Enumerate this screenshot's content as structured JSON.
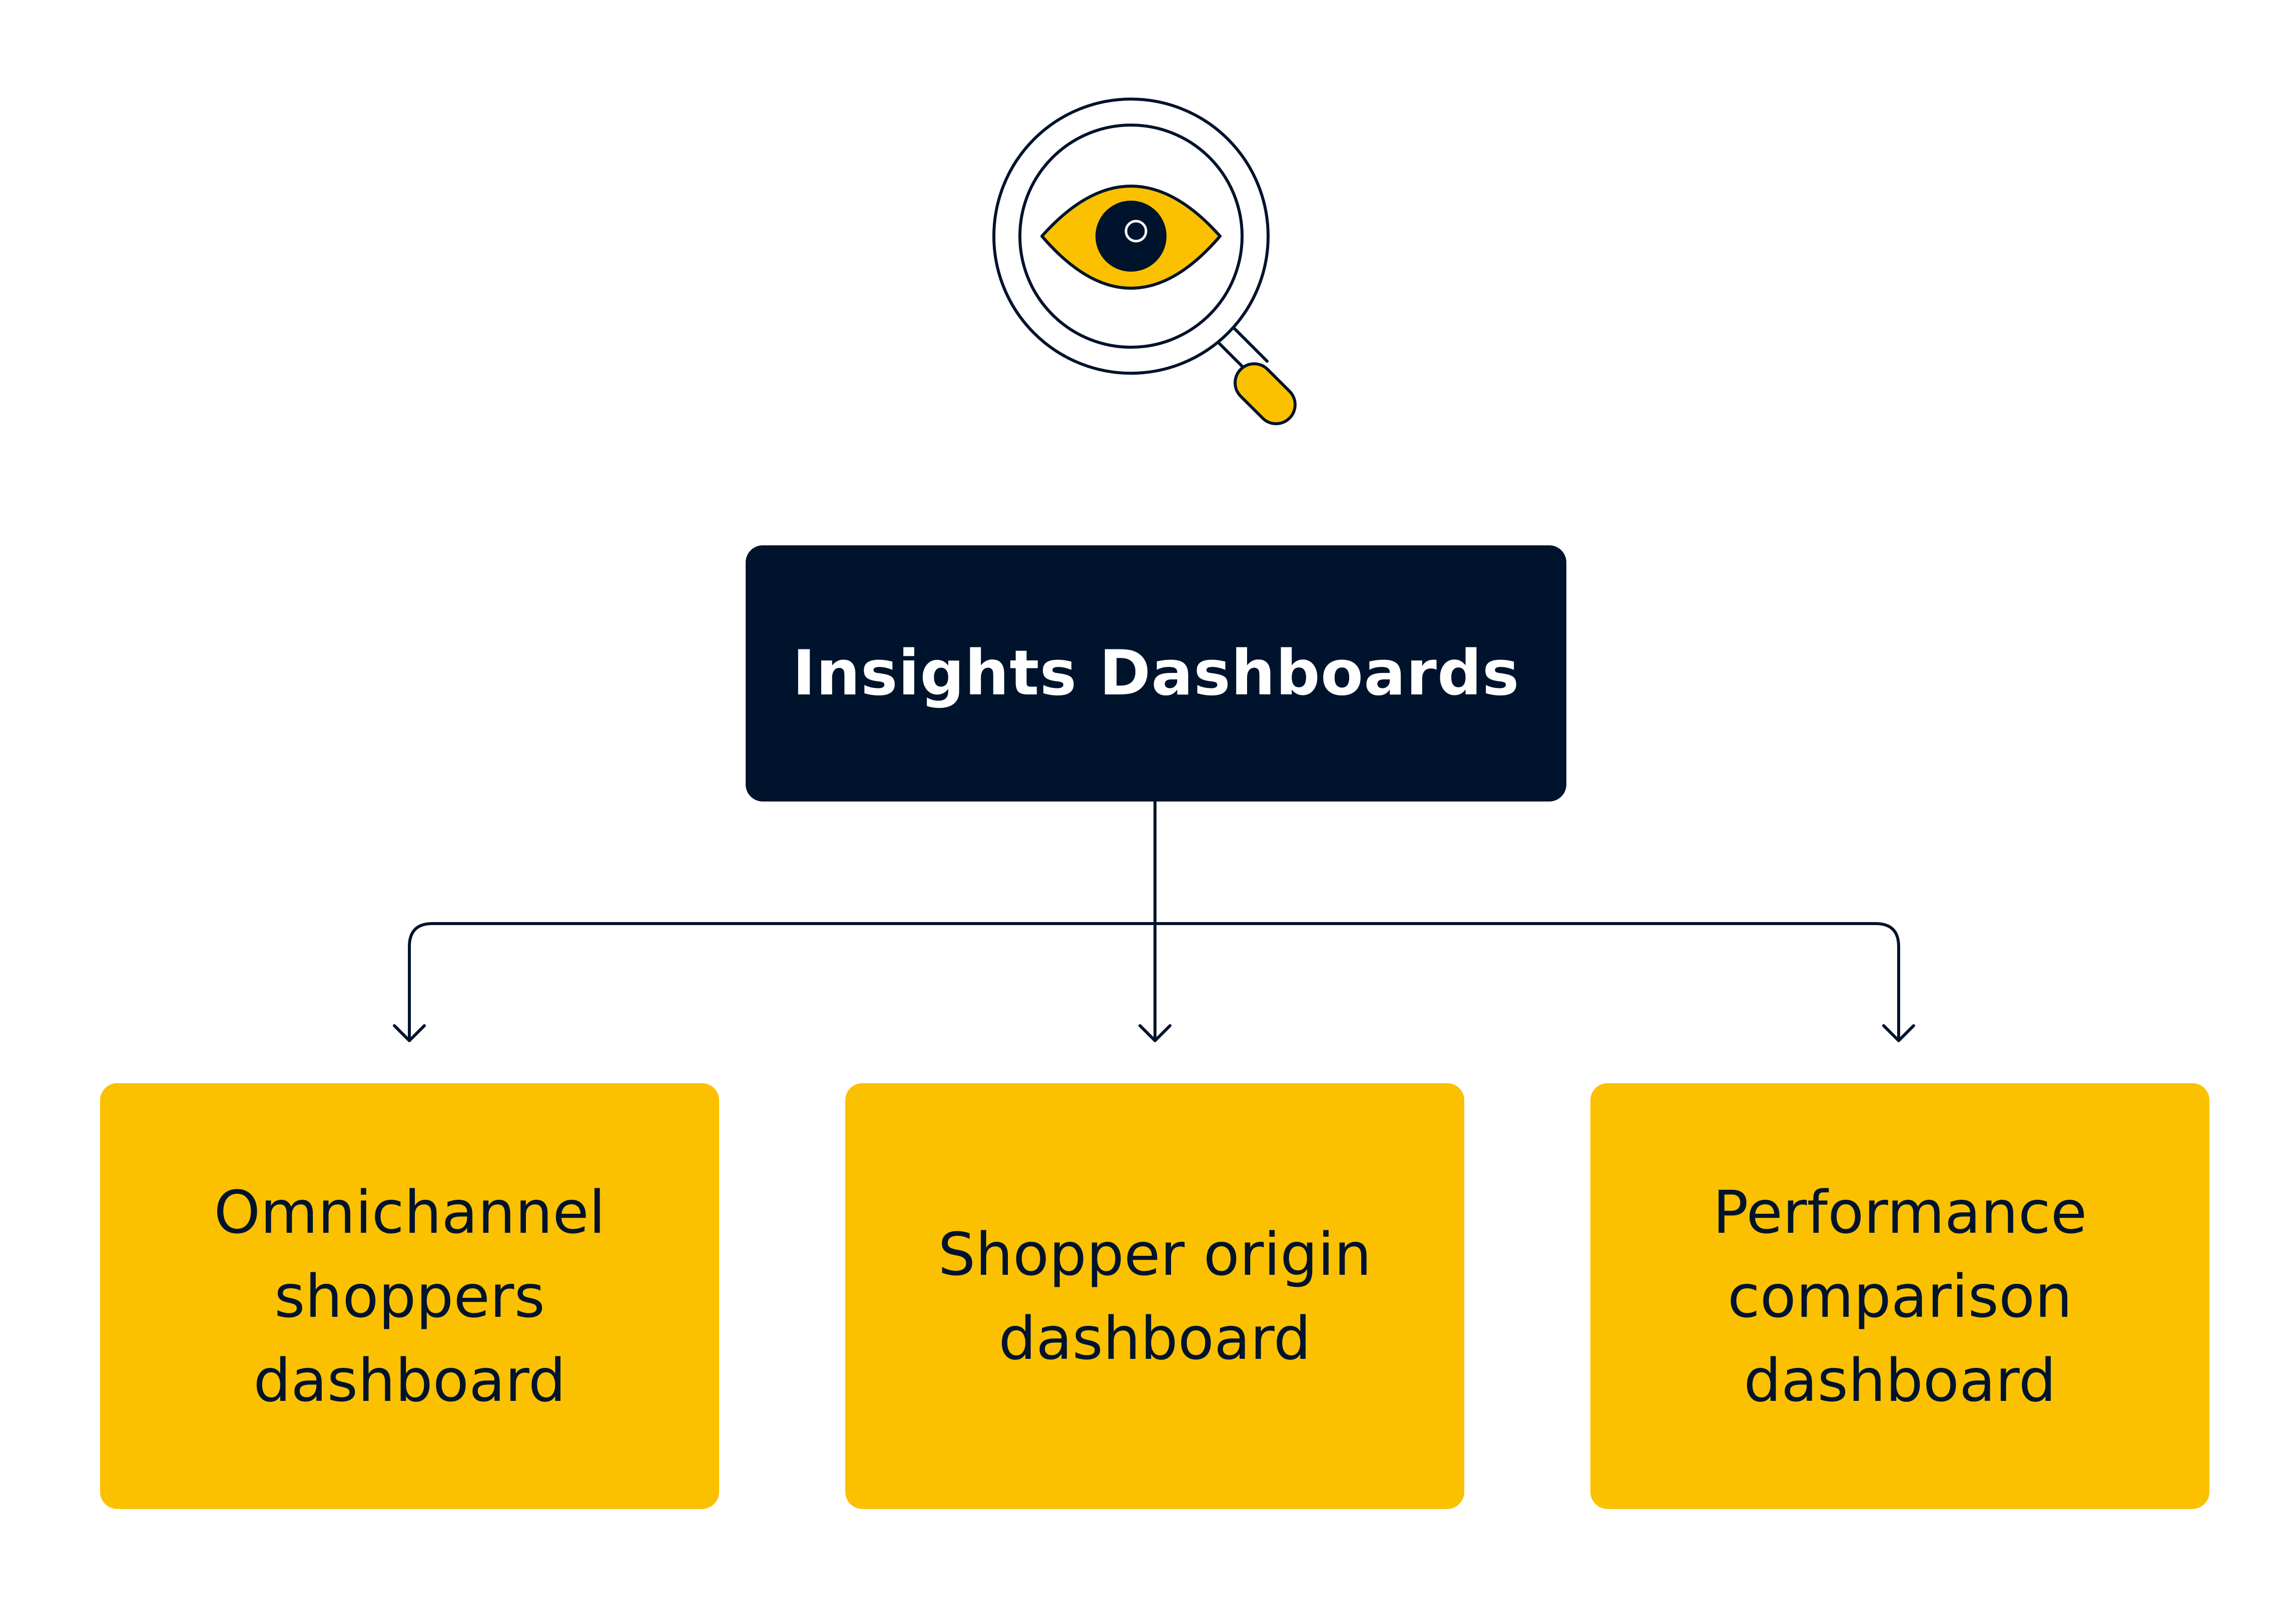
{
  "diagram": {
    "root": {
      "label": "Insights Dashboards"
    },
    "children": [
      {
        "label": "Omnichannel shoppers dashboard"
      },
      {
        "label": "Shopper origin dashboard"
      },
      {
        "label": "Performance comparison dashboard"
      }
    ],
    "icon": "magnifying-glass-eye-icon",
    "colors": {
      "dark": "#00132c",
      "accent": "#fbc100",
      "background": "#ffffff"
    }
  }
}
